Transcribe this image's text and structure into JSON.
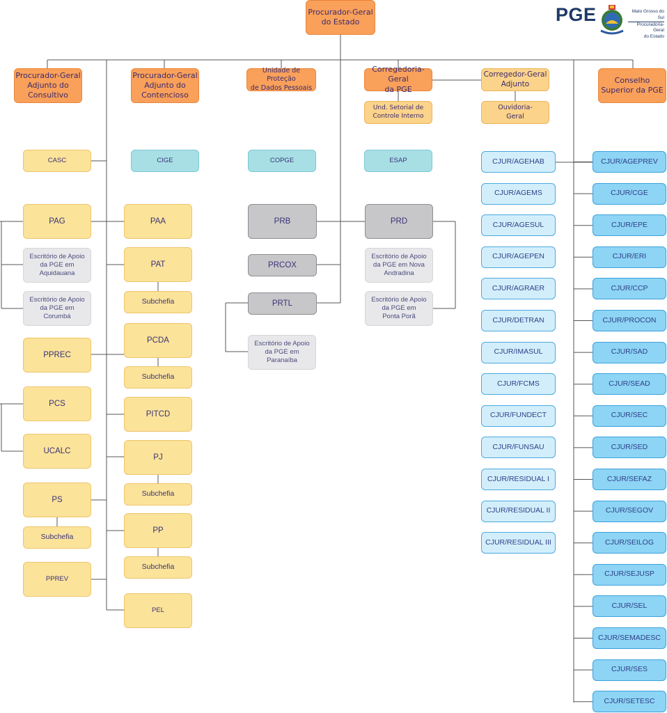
{
  "top": "Procurador-Geral\ndo Estado",
  "logo": {
    "abbr": "PGE",
    "state": "Mato Grosso do Sul",
    "org": "Procuradoria-Geral\ndo Estado"
  },
  "level1": {
    "consultivo": "Procurador-Geral\nAdjunto do\nConsultivo",
    "contencioso": "Procurador-Geral\nAdjunto do\nContencioso",
    "protecao": "Unidade de Proteção\nde Dados Pessoais",
    "corregedoria": "Corregedoria-Geral\nda PGE",
    "corregedor_adjunto": "Corregedor-Geral\nAdjunto",
    "conselho": "Conselho\nSuperior da PGE",
    "controle_interno": "Und. Setorial de\nControle Interno",
    "ouvidoria": "Ouvidoria-\nGeral"
  },
  "units": {
    "casc": "CASC",
    "cige": "CIGE",
    "copge": "COPGE",
    "esap": "ESAP"
  },
  "left": {
    "pag": "PAG",
    "aquidauana": "Escritório de Apoio\nda PGE em\nAquidauana",
    "corumba": "Escritório de Apoio\nda PGE em\nCorumbá",
    "pprec": "PPREC",
    "pcs": "PCS",
    "ucalc": "UCALC",
    "ps": "PS",
    "ps_sub": "Subchefia",
    "pprev": "PPREV"
  },
  "middle": {
    "paa": "PAA",
    "pat": "PAT",
    "pat_sub": "Subchefia",
    "pcda": "PCDA",
    "pcda_sub": "Subchefia",
    "pitcd": "PITCD",
    "pj": "PJ",
    "pj_sub": "Subchefia",
    "pp": "PP",
    "pp_sub": "Subchefia",
    "pel": "PEL"
  },
  "regional": {
    "prb": "PRB",
    "prcox": "PRCOX",
    "prtl": "PRTL",
    "paranaiba": "Escritório de Apoio\nda PGE em\nParanaíba",
    "prd": "PRD",
    "nova_andradina": "Escritório de Apoio\nda PGE em Nova\nAndradina",
    "ponta_pora": "Escritório de Apoio\nda PGE em\nPonta Porã"
  },
  "cjur_left": [
    "CJUR/AGEHAB",
    "CJUR/AGEMS",
    "CJUR/AGESUL",
    "CJUR/AGEPEN",
    "CJUR/AGRAER",
    "CJUR/DETRAN",
    "CJUR/IMASUL",
    "CJUR/FCMS",
    "CJUR/FUNDECT",
    "CJUR/FUNSAU",
    "CJUR/RESIDUAL I",
    "CJUR/RESIDUAL II",
    "CJUR/RESIDUAL III"
  ],
  "cjur_right": [
    "CJUR/AGEPREV",
    "CJUR/CGE",
    "CJUR/EPE",
    "CJUR/ERI",
    "CJUR/CCP",
    "CJUR/PROCON",
    "CJUR/SAD",
    "CJUR/SEAD",
    "CJUR/SEC",
    "CJUR/SED",
    "CJUR/SEFAZ",
    "CJUR/SEGOV",
    "CJUR/SEILOG",
    "CJUR/SEJUSP",
    "CJUR/SEL",
    "CJUR/SEMADESC",
    "CJUR/SES",
    "CJUR/SETESC"
  ],
  "colors": {
    "orange": "#f9a05a",
    "light_orange": "#fbd38a",
    "yellow": "#fbe39a",
    "teal": "#a8dfe5",
    "gray_dark": "#c7c7ca",
    "gray_light": "#e8e8eb",
    "blue_light": "#d3eefb",
    "blue_dark": "#8dd4f5",
    "line": "#555555"
  }
}
